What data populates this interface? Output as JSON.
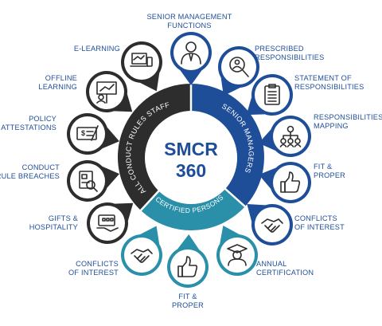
{
  "center": {
    "line1": "SMCR",
    "line2": "360"
  },
  "segments": {
    "senior": "SENIOR MANAGERS",
    "certified": "CERTIFIED PERSONS",
    "staff": "ALL CONDUCT RULES STAFF"
  },
  "colors": {
    "navy": "#1f4e99",
    "dark": "#2d2d2d",
    "teal": "#2a8fa9",
    "text": "#1f4e99"
  },
  "items": [
    {
      "lines": [
        "SENIOR MANAGEMENT",
        "FUNCTIONS"
      ],
      "icon": "manager-icon",
      "group": "senior"
    },
    {
      "lines": [
        "PRESCRIBED",
        "RESPONSIBILITIES"
      ],
      "icon": "magnifier-person-icon",
      "group": "senior"
    },
    {
      "lines": [
        "STATEMENT OF",
        "RESPONSIBILITIES"
      ],
      "icon": "clipboard-icon",
      "group": "senior"
    },
    {
      "lines": [
        "RESPONSIBILITIES",
        "MAPPING"
      ],
      "icon": "org-chart-icon",
      "group": "senior"
    },
    {
      "lines": [
        "FIT &",
        "PROPER"
      ],
      "icon": "thumbs-up-icon",
      "group": "senior"
    },
    {
      "lines": [
        "CONFLICTS",
        "OF INTEREST"
      ],
      "icon": "handshake-icon",
      "group": "senior"
    },
    {
      "lines": [
        "ANNUAL",
        "CERTIFICATION"
      ],
      "icon": "graduate-icon",
      "group": "certified"
    },
    {
      "lines": [
        "FIT &",
        "PROPER"
      ],
      "icon": "thumbs-up-icon",
      "group": "certified"
    },
    {
      "lines": [
        "CONFLICTS",
        "OF INTEREST"
      ],
      "icon": "handshake-icon",
      "group": "certified"
    },
    {
      "lines": [
        "GIFTS &",
        "HOSPITALITY"
      ],
      "icon": "gift-card-icon",
      "group": "staff"
    },
    {
      "lines": [
        "CONDUCT",
        "RULE BREACHES"
      ],
      "icon": "report-search-icon",
      "group": "staff"
    },
    {
      "lines": [
        "POLICY",
        "ATTESTATIONS"
      ],
      "icon": "cheque-icon",
      "group": "staff"
    },
    {
      "lines": [
        "OFFLINE",
        "LEARNING"
      ],
      "icon": "presentation-icon",
      "group": "staff"
    },
    {
      "lines": [
        "E-LEARNING"
      ],
      "icon": "devices-icon",
      "group": "staff"
    }
  ]
}
